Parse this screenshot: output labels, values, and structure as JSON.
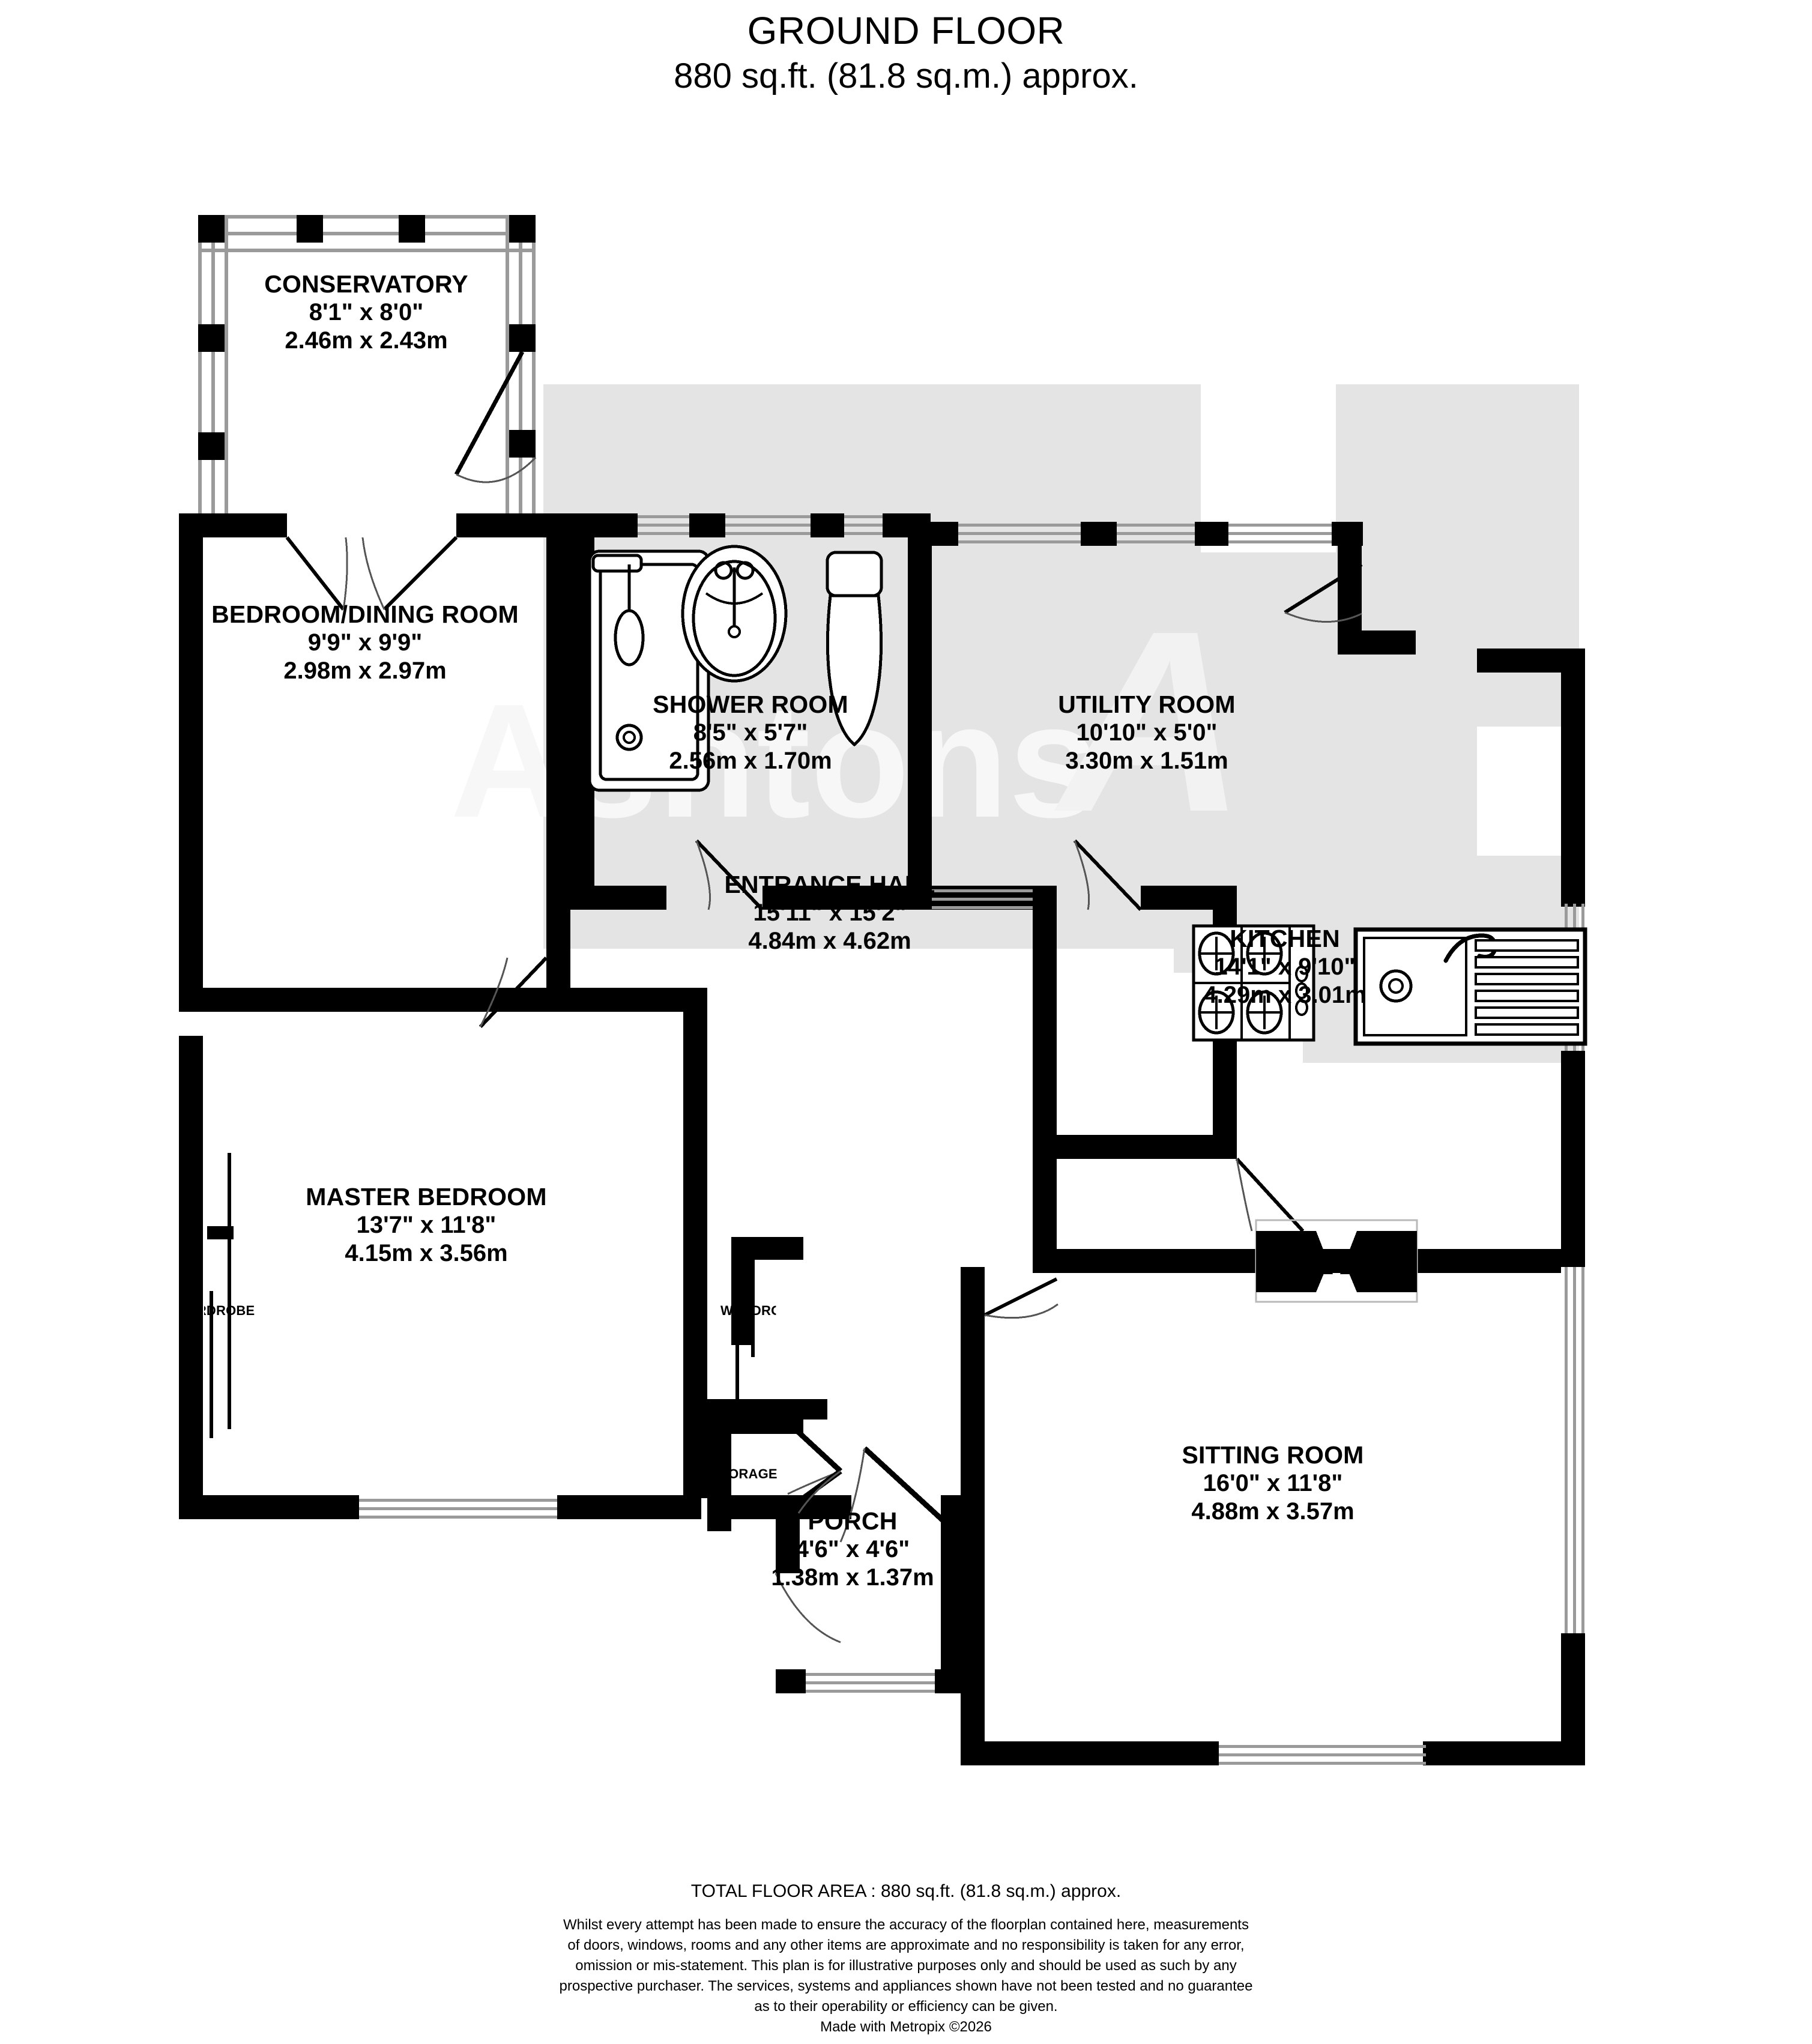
{
  "header": {
    "title": "GROUND FLOOR",
    "subtitle": "880 sq.ft. (81.8 sq.m.) approx."
  },
  "rooms": [
    {
      "key": "conservatory",
      "name": "CONSERVATORY",
      "dim_imperial": "8'1\"  x 8'0\"",
      "dim_metric": "2.46m  x 2.43m"
    },
    {
      "key": "bedroom_dining",
      "name": "BEDROOM/DINING ROOM",
      "dim_imperial": "9'9\"  x 9'9\"",
      "dim_metric": "2.98m  x 2.97m"
    },
    {
      "key": "shower_room",
      "name": "SHOWER ROOM",
      "dim_imperial": "8'5\"  x 5'7\"",
      "dim_metric": "2.56m  x 1.70m"
    },
    {
      "key": "utility_room",
      "name": "UTILITY ROOM",
      "dim_imperial": "10'10\"  x 5'0\"",
      "dim_metric": "3.30m  x 1.51m"
    },
    {
      "key": "entrance_hall",
      "name": "ENTRANCE HALL",
      "dim_imperial": "15'11\"  x 15'2\"",
      "dim_metric": "4.84m  x 4.62m"
    },
    {
      "key": "kitchen",
      "name": "KITCHEN",
      "dim_imperial": "14'1\"  x 9'10\"",
      "dim_metric": "4.29m  x 3.01m"
    },
    {
      "key": "master_bedroom",
      "name": "MASTER BEDROOM",
      "dim_imperial": "13'7\"  x 11'8\"",
      "dim_metric": "4.15m  x 3.56m"
    },
    {
      "key": "porch",
      "name": "PORCH",
      "dim_imperial": "4'6\"  x 4'6\"",
      "dim_metric": "1.38m  x 1.37m"
    },
    {
      "key": "sitting_room",
      "name": "SITTING ROOM",
      "dim_imperial": "16'0\"  x 11'8\"",
      "dim_metric": "4.88m  x 3.57m"
    }
  ],
  "annotations": {
    "wardrobe_left": "WARDROBE",
    "wardrobe_right": "WARDROBE",
    "storage": "STORAGE"
  },
  "watermark": {
    "text": "Ashtons",
    "mark": "A"
  },
  "footer": {
    "total_area": "TOTAL FLOOR AREA : 880 sq.ft. (81.8 sq.m.) approx.",
    "disclaimer_lines": [
      "Whilst every attempt has been made to ensure the accuracy of the floorplan contained here, measurements",
      "of doors, windows, rooms and any other items are approximate and no responsibility is taken for any error,",
      "omission or mis-statement. This plan is for illustrative purposes only and should be used as such by any",
      "prospective purchaser. The services, systems and appliances shown have not been tested and no guarantee",
      "as to their operability or efficiency can be given."
    ],
    "made_with": "Made with Metropix ©2026"
  },
  "colors": {
    "wall": "#000000",
    "glazing": "#9a9a9a",
    "shade": "#e4e4e4",
    "background": "#ffffff",
    "watermark": "#f2f2f2"
  },
  "fixtures": [
    {
      "name": "shower-tray",
      "room": "shower_room"
    },
    {
      "name": "wash-basin",
      "room": "shower_room"
    },
    {
      "name": "toilet",
      "room": "shower_room"
    },
    {
      "name": "hob",
      "room": "kitchen"
    },
    {
      "name": "sink-with-drainer",
      "room": "kitchen"
    }
  ]
}
